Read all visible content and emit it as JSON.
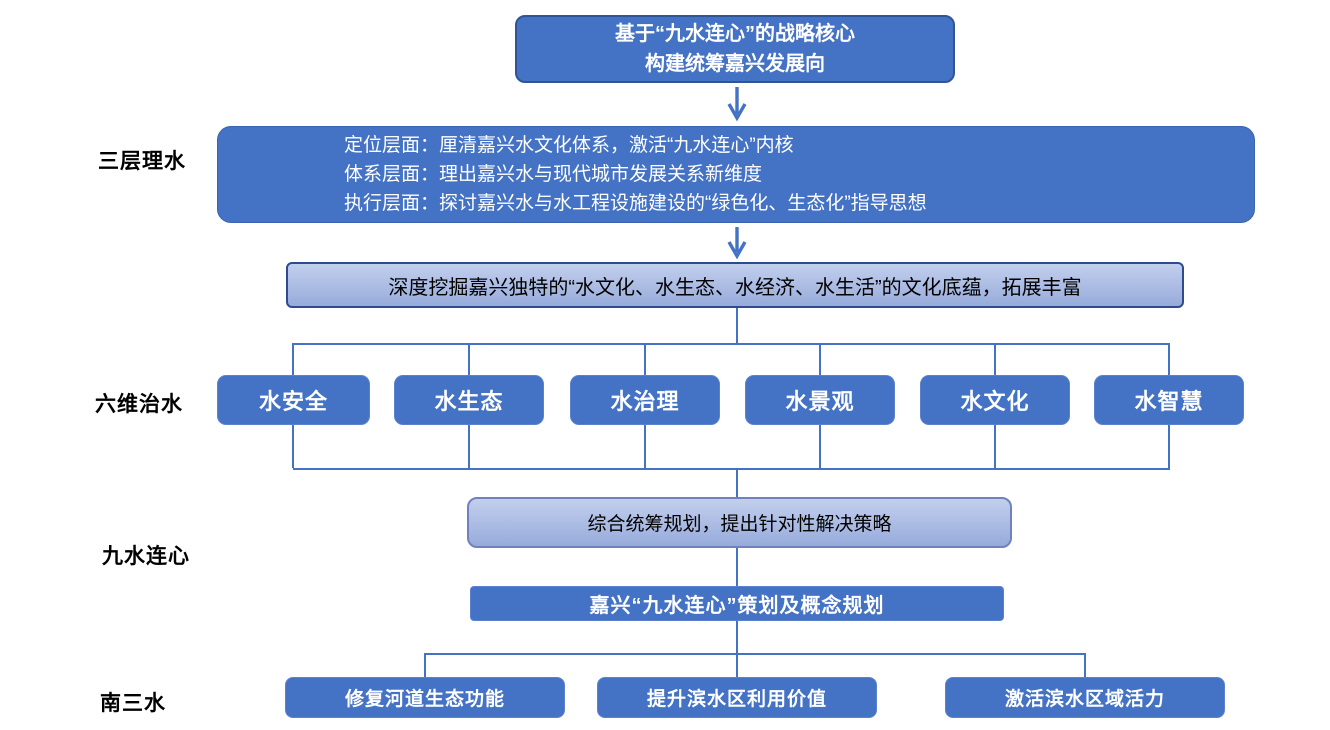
{
  "colors": {
    "solid_box_fill": "#4472C4",
    "solid_box_border": "#2F5597",
    "light_box_fill_top": "#C2CFED",
    "light_box_fill_bottom": "#97ABDB",
    "light_box_border_dark": "#2E4B8F",
    "light_box_border_medium": "#7081BE",
    "connector_line": "#4472C4",
    "box_text_light": "#FFFFFF",
    "box_text_dark": "#000000",
    "side_label_text": "#000000"
  },
  "side_labels": {
    "three_layers": "三层理水",
    "six_dimensions": "六维治水",
    "nine_waters": "九水连心",
    "south_three": "南三水"
  },
  "nodes": {
    "strategy_core": {
      "line1": "基于“九水连心”的战略核心",
      "line2": "构建统筹嘉兴发展向"
    },
    "three_layers": {
      "lines": [
        "定位层面：厘清嘉兴水文化体系，激活“九水连心”内核",
        "体系层面：理出嘉兴水与现代城市发展关系新维度",
        "执行层面：探讨嘉兴水与水工程设施建设的“绿色化、生态化”指导思想"
      ]
    },
    "excavate": "深度挖掘嘉兴独特的“水文化、水生态、水经济、水生活”的文化底蕴，拓展丰富",
    "six_dimensions": {
      "items": [
        "水安全",
        "水生态",
        "水治理",
        "水景观",
        "水文化",
        "水智慧"
      ]
    },
    "overall_planning": "综合统筹规划，提出针对性解决策略",
    "concept_plan": "嘉兴“九水连心”策划及概念规划",
    "south_three": {
      "items": [
        "修复河道生态功能",
        "提升滨水区利用价值",
        "激活滨水区域活力"
      ]
    }
  },
  "icons": {
    "arrow_down": "arrow-down-icon"
  }
}
